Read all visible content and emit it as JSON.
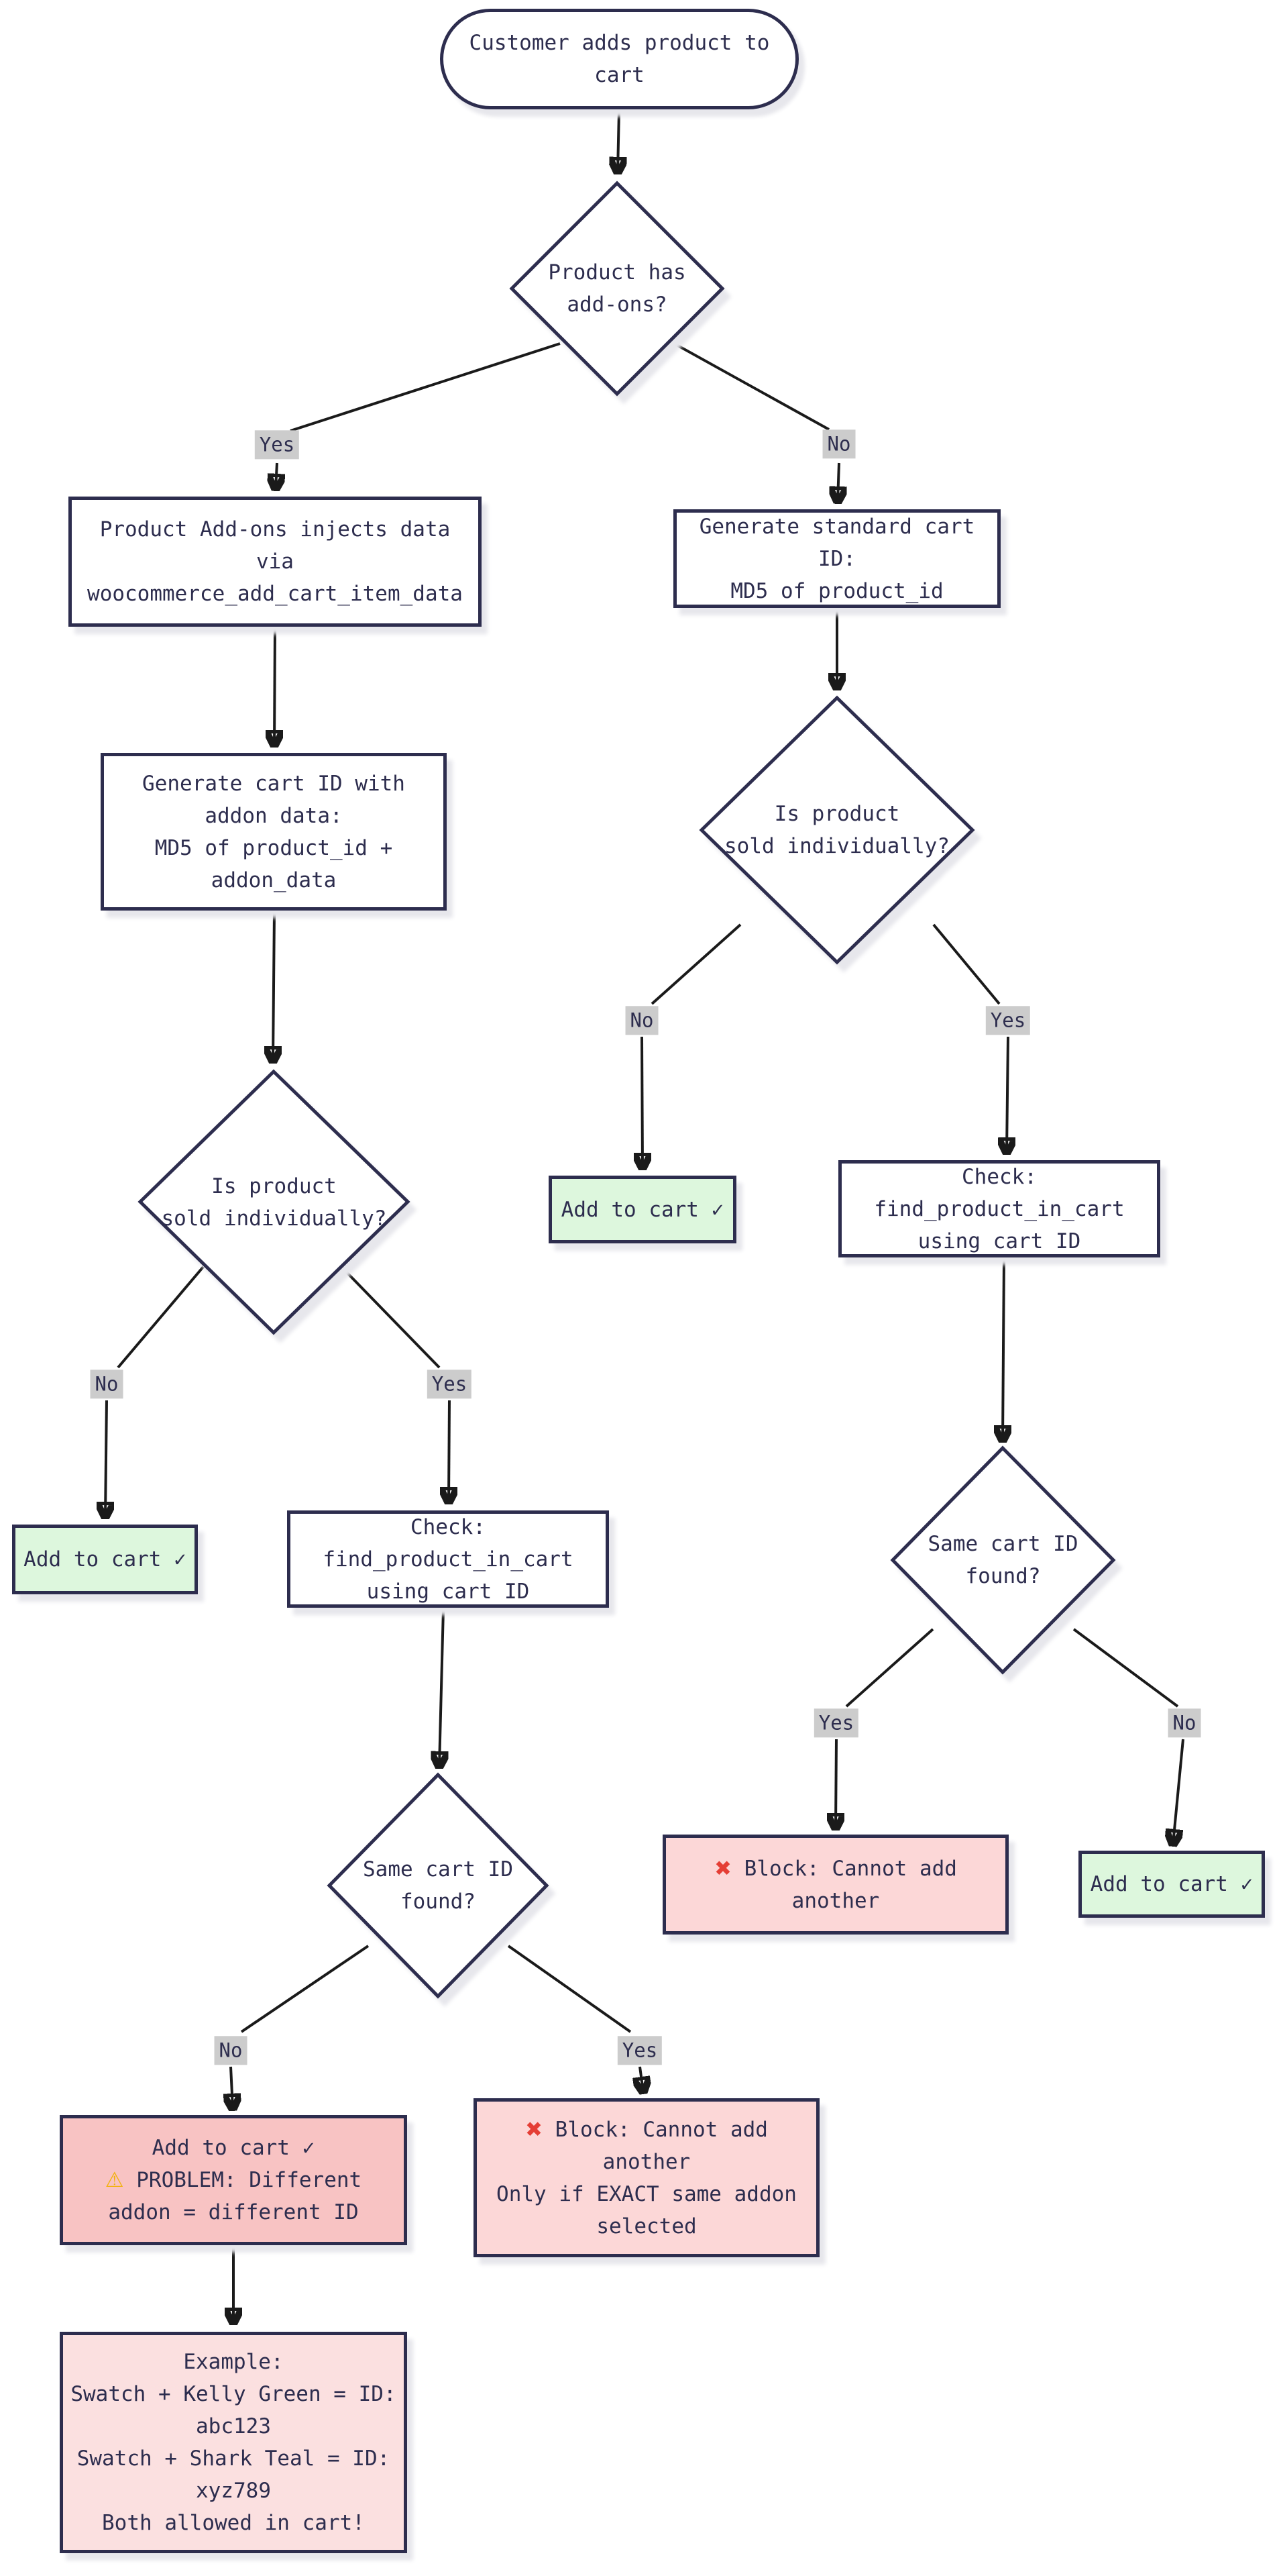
{
  "colors": {
    "ink": "#2d2d4e",
    "edge": "#1a1a1a",
    "label-bg": "#cccccc",
    "fill-node": "#ffffff",
    "fill-green": "#ddf7dd",
    "fill-red": "#f8c3c3",
    "fill-red-light": "#fcd7d7",
    "fill-pink": "#fbe0e0",
    "cross": "#e53e35",
    "warn": "#f2b10e",
    "shadow": "#e7e7ec"
  },
  "nodes": {
    "start": {
      "label": "Customer adds product to\ncart"
    },
    "has_addons": {
      "label": "Product has\nadd-ons?"
    },
    "inject": {
      "label": "Product Add-ons injects data\nvia\nwoocommerce_add_cart_item_data"
    },
    "standard_id": {
      "label": "Generate standard cart ID:\nMD5 of product_id"
    },
    "addon_id": {
      "label": "Generate cart ID with\naddon data:\nMD5 of product_id +\naddon_data"
    },
    "sold_individually_right": {
      "label": "Is product\nsold individually?"
    },
    "sold_individually_left": {
      "label": "Is product\nsold individually?"
    },
    "add_to_cart_right": {
      "label": "Add to cart ✓"
    },
    "check_cart_right": {
      "label": "Check: find_product_in_cart\nusing cart ID"
    },
    "add_to_cart_left": {
      "label": "Add to cart ✓"
    },
    "check_cart_left": {
      "label": "Check: find_product_in_cart\nusing cart ID"
    },
    "same_id_right": {
      "label": "Same cart ID\nfound?"
    },
    "same_id_left": {
      "label": "Same cart ID\nfound?"
    },
    "block_right": {
      "label": "✖ Block: Cannot add\nanother"
    },
    "add_to_cart_far_right": {
      "label": "Add to cart ✓"
    },
    "problem": {
      "label": "Add to cart ✓\n⚠ PROBLEM: Different\naddon = different ID"
    },
    "block_exact": {
      "label": "✖ Block: Cannot add\nanother\nOnly if EXACT same addon\nselected"
    },
    "example": {
      "label": "Example:\nSwatch + Kelly Green = ID:\nabc123\nSwatch + Shark Teal = ID:\nxyz789\nBoth allowed in cart!"
    }
  },
  "edge_labels": {
    "d1_yes": "Yes",
    "d1_no": "No",
    "d2r_no": "No",
    "d2r_yes": "Yes",
    "d2l_no": "No",
    "d2l_yes": "Yes",
    "d3r_yes": "Yes",
    "d3r_no": "No",
    "d3l_no": "No",
    "d3l_yes": "Yes"
  }
}
